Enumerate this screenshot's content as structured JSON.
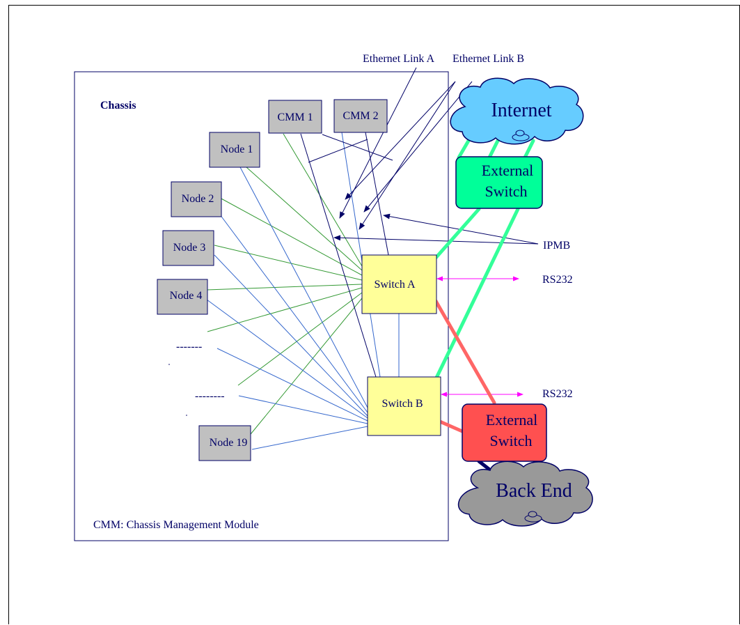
{
  "labels": {
    "chassis": "Chassis",
    "chassis_note": "CMM: Chassis Management Module",
    "ethernet_link_a": "Ethernet Link A",
    "ethernet_link_b": "Ethernet Link B",
    "ipmb": "IPMB",
    "rs232_a": "RS232",
    "rs232_b": "RS232"
  },
  "modules": {
    "cmm1": "CMM 1",
    "cmm2": "CMM 2",
    "node1": "Node 1",
    "node2": "Node 2",
    "node3": "Node 3",
    "node4": "Node 4",
    "node19": "Node 19",
    "ellipsis1": "-------",
    "ellipsis2": "--------"
  },
  "switches": {
    "switch_a": "Switch A",
    "switch_b": "Switch B",
    "external_top_line1": "External",
    "external_top_line2": "Switch",
    "external_bottom_line1": "External",
    "external_bottom_line2": "Switch"
  },
  "clouds": {
    "internet": "Internet",
    "back_end": "Back End"
  },
  "colors": {
    "module_fill": "#c0c0c0",
    "switch_fill": "#ffff99",
    "external_top_fill": "#00ff99",
    "external_bottom_fill": "#ff5050",
    "internet_fill": "#66ccff",
    "back_end_fill": "#999999",
    "link_a_green": "#339933",
    "link_b_blue": "#3366cc",
    "navy": "#000066",
    "magenta": "#ff00ff",
    "thick_green": "#33ff99",
    "thick_red": "#ff6666"
  }
}
